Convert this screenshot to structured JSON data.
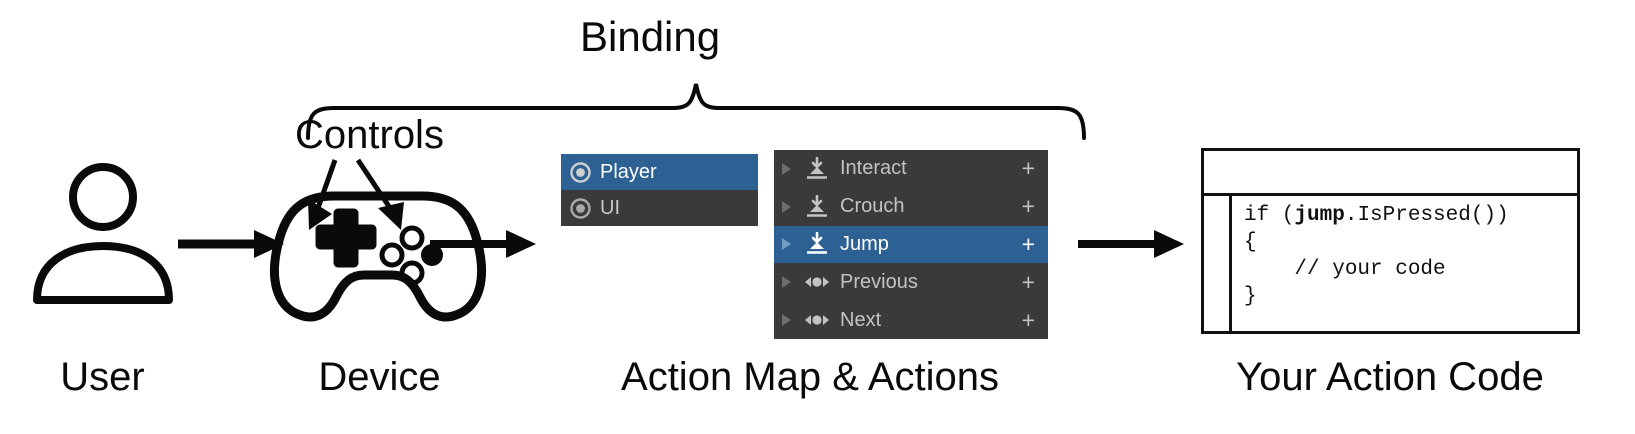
{
  "diagram": {
    "title_annotations": {
      "binding": "Binding",
      "controls": "Controls"
    },
    "captions": [
      {
        "id": "user",
        "label": "User"
      },
      {
        "id": "device",
        "label": "Device"
      },
      {
        "id": "actionmap",
        "label": "Action Map & Actions"
      },
      {
        "id": "actioncode",
        "label": "Your Action Code"
      }
    ]
  },
  "action_map_panel": {
    "rows": [
      {
        "label": "Player",
        "icon": "action-map-icon",
        "selected": true
      },
      {
        "label": "UI",
        "icon": "action-map-icon",
        "selected": false
      }
    ]
  },
  "actions_panel": {
    "add_label": "+",
    "rows": [
      {
        "label": "Interact",
        "icon": "button-press-icon",
        "selected": false,
        "expand": "▶",
        "add": "+"
      },
      {
        "label": "Crouch",
        "icon": "button-press-icon",
        "selected": false,
        "expand": "▶",
        "add": "+"
      },
      {
        "label": "Jump",
        "icon": "button-press-icon",
        "selected": true,
        "expand": "▶",
        "add": "+"
      },
      {
        "label": "Previous",
        "icon": "axis-control-icon",
        "selected": false,
        "expand": "▶",
        "add": "+"
      },
      {
        "label": "Next",
        "icon": "axis-control-icon",
        "selected": false,
        "expand": "▶",
        "add": "+"
      }
    ]
  },
  "code_window": {
    "line1_pre": "if (",
    "line1_bold": "jump",
    "line1_post": ".IsPressed())",
    "line2": "{",
    "line3": "    // your code",
    "line4": "}"
  },
  "colors": {
    "selection_blue": "#2d6193",
    "panel_dark": "#3a3a3a",
    "panel_text": "#c3c3c3",
    "ink": "#0a0a0a",
    "page_background": "#ffffff"
  }
}
